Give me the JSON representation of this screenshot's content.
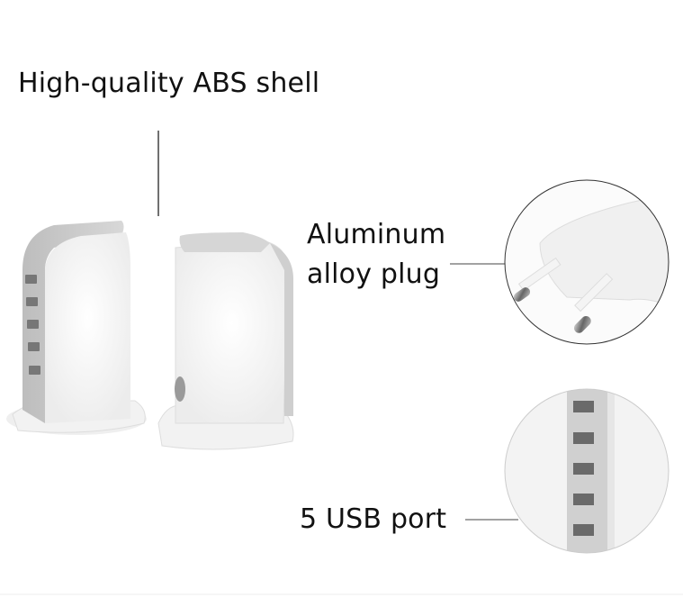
{
  "labels": {
    "shell": "High-quality ABS shell",
    "plug_line1": "Aluminum",
    "plug_line2": "alloy plug",
    "usb": "5 USB port"
  },
  "colors": {
    "text": "#111111",
    "product_white": "#f7f7f7",
    "product_gray": "#c9c9c9",
    "metal": "#8a8a8a"
  },
  "usb_port_count": 5
}
